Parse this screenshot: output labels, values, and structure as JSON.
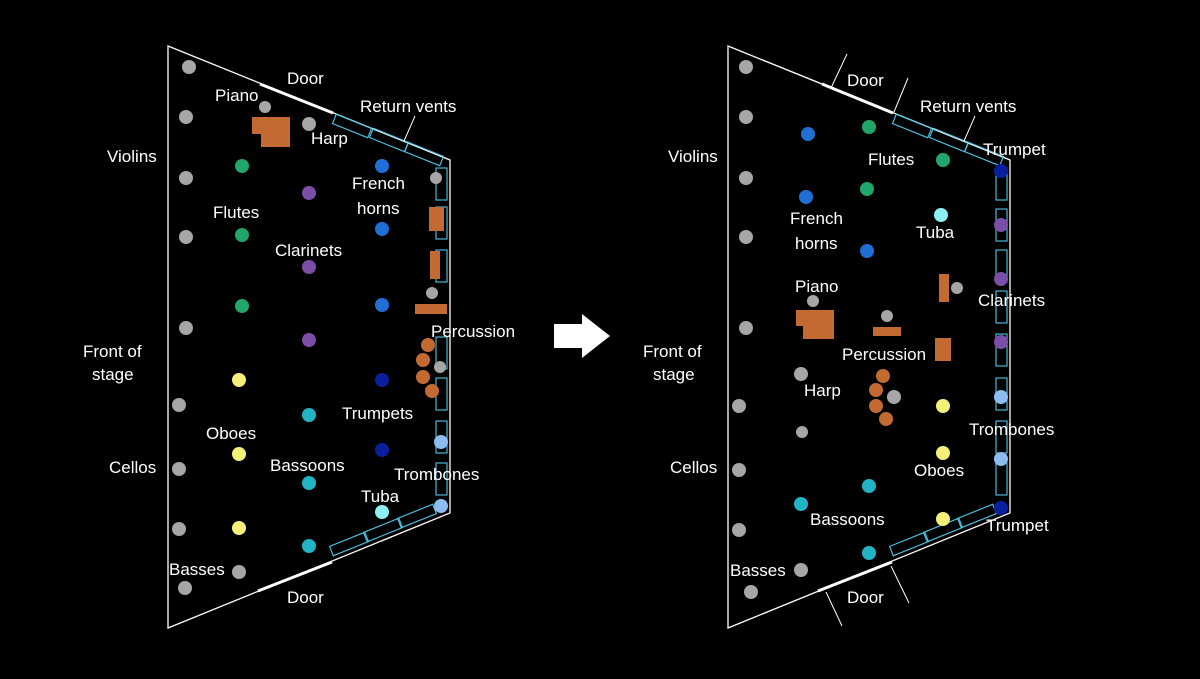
{
  "colors": {
    "background": "#000000",
    "outline": "#ffffff",
    "strings": "#a6a6a6",
    "flutes": "#20a56a",
    "clarinets": "#7b4ea7",
    "french_horns": "#1f6fd6",
    "trumpets": "#0a1f9e",
    "trombones": "#8cbcf0",
    "tuba": "#8df0f5",
    "oboes": "#f5f07a",
    "bassoons": "#20b4c4",
    "percussion": "#c36a33",
    "vents": "#4fc7e6"
  },
  "icons": {
    "transition": "arrow-right-icon"
  },
  "before": {
    "labels": {
      "violins": "Violins",
      "cellos": "Cellos",
      "basses": "Basses",
      "front": [
        "Front of",
        "stage"
      ],
      "door_top": "Door",
      "door_bottom": "Door",
      "piano": "Piano",
      "harp": "Harp",
      "return_vents": "Return vents",
      "flutes": "Flutes",
      "clarinets": "Clarinets",
      "french_horns": [
        "French",
        "horns"
      ],
      "percussion": "Percussion",
      "oboes": "Oboes",
      "bassoons": "Bassoons",
      "trumpets": "Trumpets",
      "trombones": "Trombones",
      "tuba": "Tuba"
    }
  },
  "after": {
    "labels": {
      "violins": "Violins",
      "cellos": "Cellos",
      "basses": "Basses",
      "front": [
        "Front of",
        "stage"
      ],
      "door_top": "Door",
      "door_bottom": "Door",
      "return_vents": "Return vents",
      "trumpet_top": "Trumpet",
      "flutes": "Flutes",
      "french_horns": [
        "French",
        "horns"
      ],
      "tuba": "Tuba",
      "piano": "Piano",
      "clarinets": "Clarinets",
      "percussion": "Percussion",
      "harp": "Harp",
      "trombones": "Trombones",
      "oboes": "Oboes",
      "bassoons": "Bassoons",
      "trumpet_bottom": "Trumpet"
    }
  }
}
